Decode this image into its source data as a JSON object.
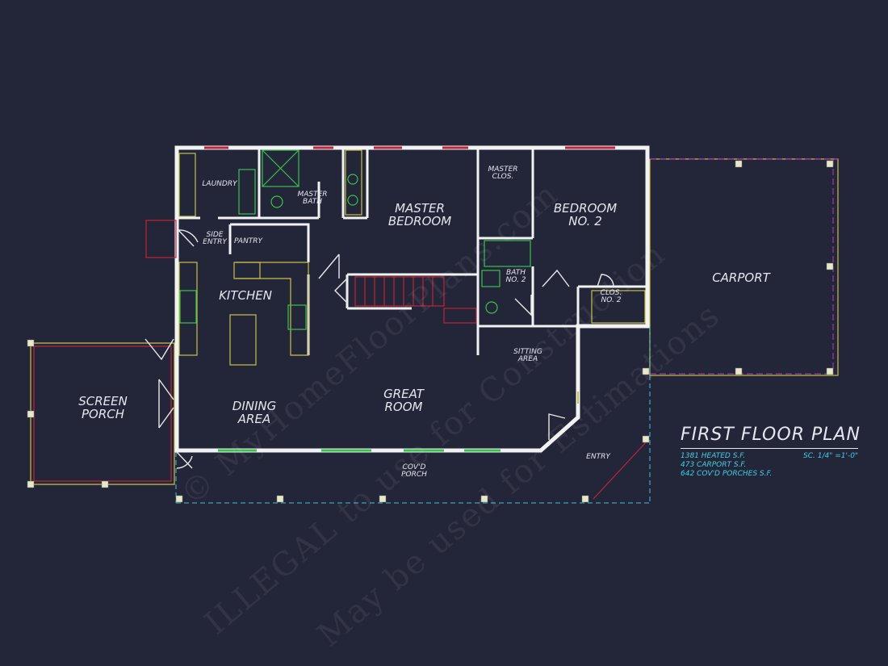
{
  "rooms": {
    "laundry": "LAUNDRY",
    "master_bath": "MASTER\nBATH",
    "master_bedroom": "MASTER\nBEDROOM",
    "master_closet": "MASTER\nCLOS.",
    "bedroom_2": "BEDROOM\nNO. 2",
    "side_entry": "SIDE\nENTRY",
    "pantry": "PANTRY",
    "kitchen": "KITCHEN",
    "bath_2": "BATH\nNO. 2",
    "closet_2": "CLOS.\nNO. 2",
    "carport": "CARPORT",
    "sitting_area": "SITTING\nAREA",
    "screen_porch": "SCREEN\nPORCH",
    "dining_area": "DINING\nAREA",
    "great_room": "GREAT\nROOM",
    "covd_porch": "COV'D\nPORCH",
    "entry": "ENTRY"
  },
  "title": {
    "heading": "FIRST FLOOR PLAN",
    "scale": "SC. 1/4\" =1'-0\""
  },
  "stats": [
    "1381 HEATED S.F.",
    "473 CARPORT S.F.",
    "642 COV'D PORCHES S.F."
  ],
  "watermarks": [
    "© MyHomeFloorPlans.com",
    "ILLEGAL to use for Construction",
    "May be used for Estimations"
  ],
  "colors": {
    "background": "#232538",
    "walls": "#f2f2f2",
    "accent_cyan": "#3fd0e6",
    "accent_yellow": "#c8c24a",
    "accent_red": "#c0243a"
  }
}
